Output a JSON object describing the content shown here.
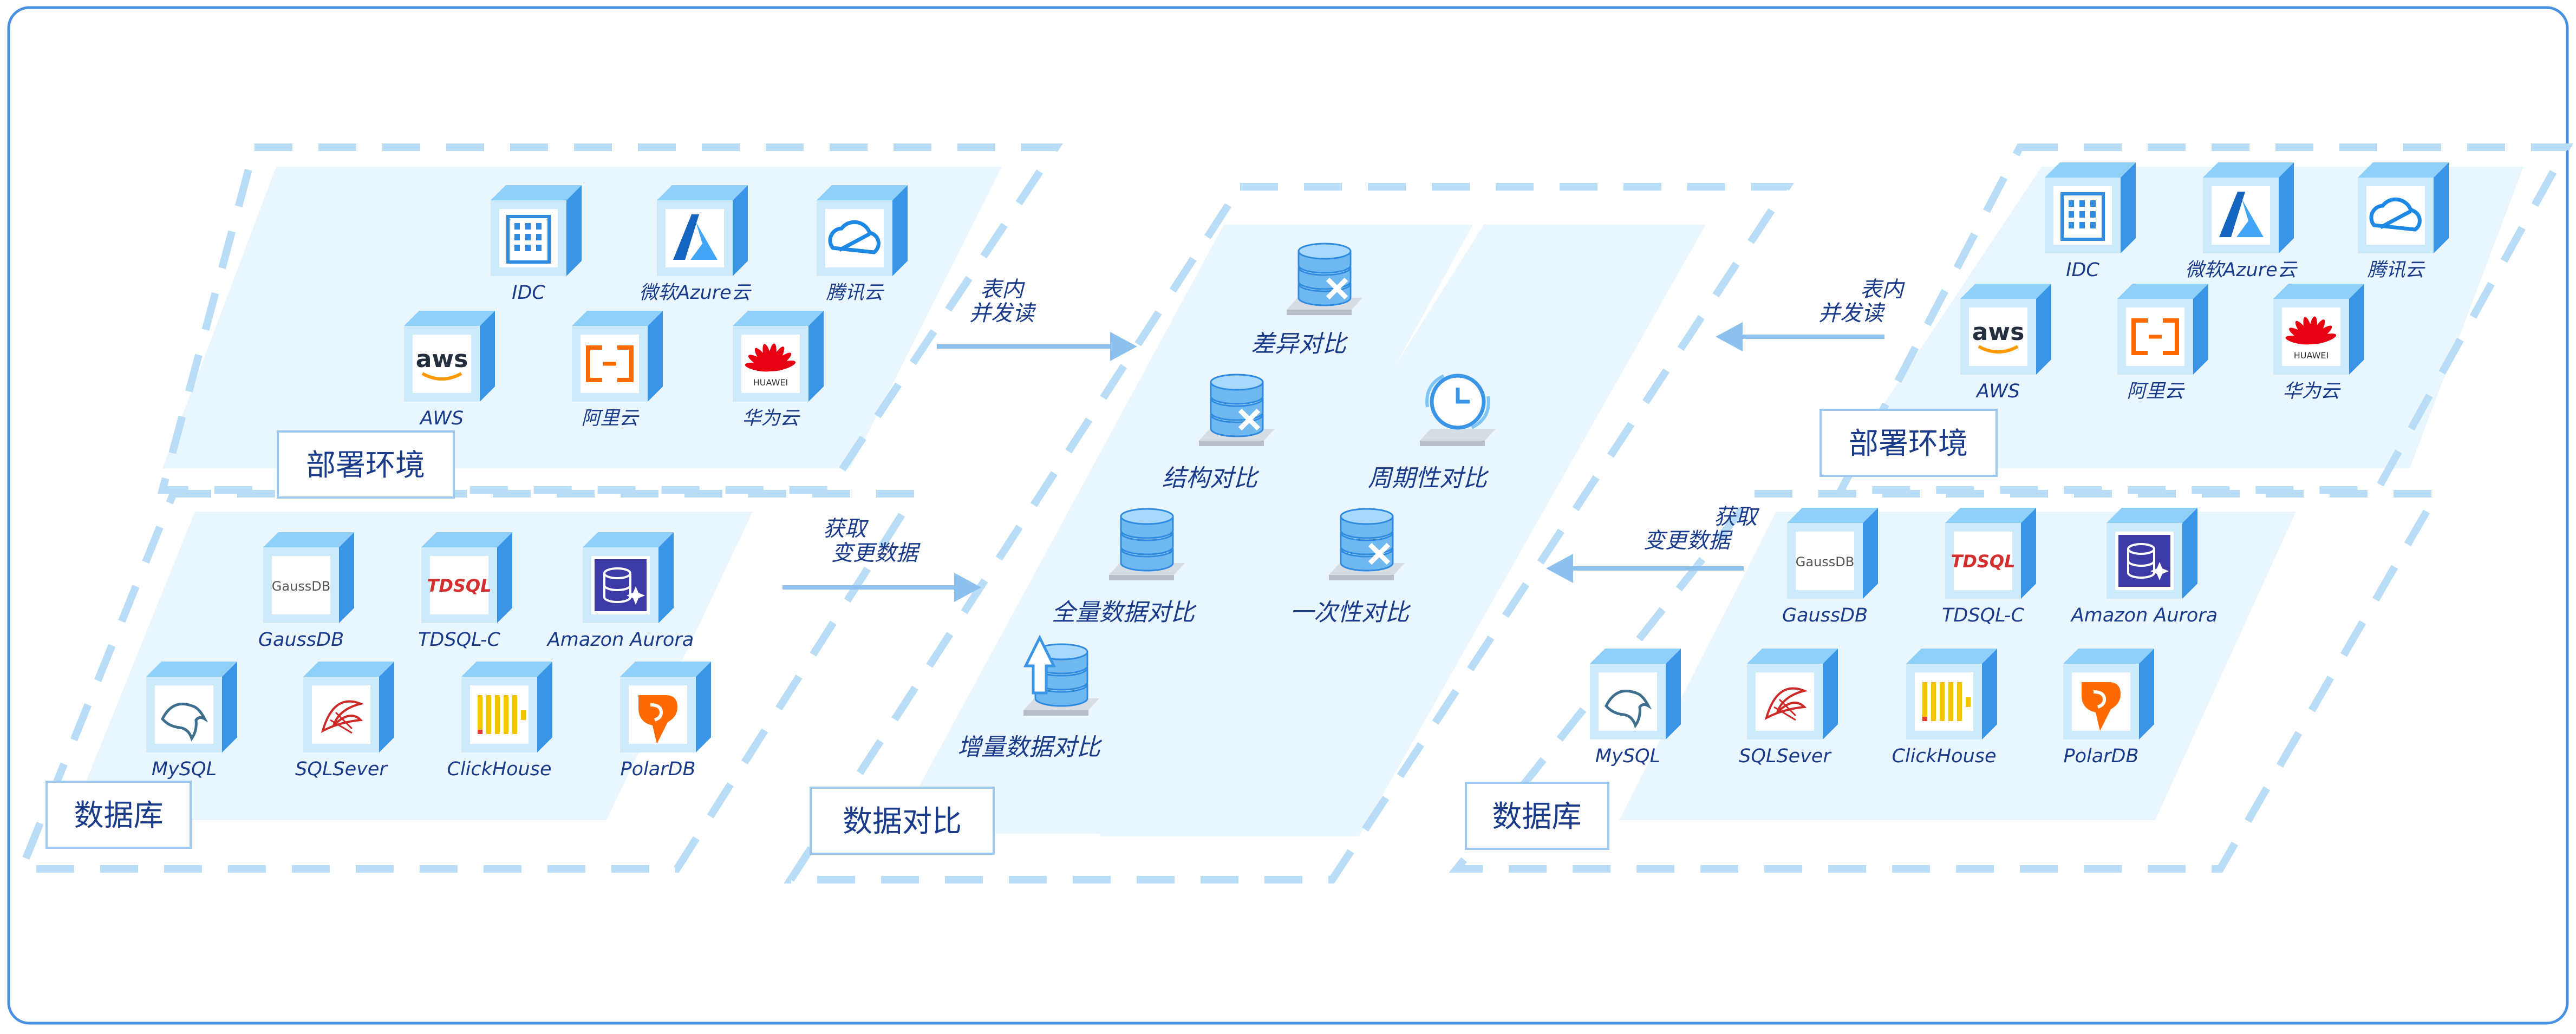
{
  "colors": {
    "frame": "#4a90e2",
    "dash": "#b9dcf7",
    "panel": "#eaf6fd",
    "cube_top": "#8fd0f8",
    "cube_front": "#cdeafb",
    "cube_side": "#3a95e6",
    "text": "#1a3a8a",
    "arrow": "#8ec2ee"
  },
  "left": {
    "deploy": {
      "title": "部署环境",
      "items": [
        {
          "label": "IDC",
          "icon": "building-icon"
        },
        {
          "label": "微软Azure云",
          "icon": "azure-icon"
        },
        {
          "label": "腾讯云",
          "icon": "tencent-cloud-icon"
        },
        {
          "label": "AWS",
          "icon": "aws-icon"
        },
        {
          "label": "阿里云",
          "icon": "aliyun-icon"
        },
        {
          "label": "华为云",
          "icon": "huawei-icon"
        }
      ]
    },
    "database": {
      "title": "数据库",
      "items": [
        {
          "label": "GaussDB",
          "icon": "gaussdb-icon"
        },
        {
          "label": "TDSQL-C",
          "icon": "tdsql-icon"
        },
        {
          "label": "Amazon Aurora",
          "icon": "aurora-icon"
        },
        {
          "label": "MySQL",
          "icon": "mysql-icon"
        },
        {
          "label": "SQLSever",
          "icon": "sqlserver-icon"
        },
        {
          "label": "ClickHouse",
          "icon": "clickhouse-icon"
        },
        {
          "label": "PolarDB",
          "icon": "polardb-icon"
        }
      ]
    }
  },
  "center": {
    "title": "数据对比",
    "items": [
      {
        "label": "差异对比",
        "icon": "database-compare-icon"
      },
      {
        "label": "结构对比",
        "icon": "database-compare-icon"
      },
      {
        "label": "周期性对比",
        "icon": "cycle-icon"
      },
      {
        "label": "全量数据对比",
        "icon": "database-icon"
      },
      {
        "label": "一次性对比",
        "icon": "database-compare-icon"
      },
      {
        "label": "增量数据对比",
        "icon": "database-increment-icon"
      }
    ]
  },
  "right": {
    "deploy": {
      "title": "部署环境",
      "items": [
        {
          "label": "IDC",
          "icon": "building-icon"
        },
        {
          "label": "微软Azure云",
          "icon": "azure-icon"
        },
        {
          "label": "腾讯云",
          "icon": "tencent-cloud-icon"
        },
        {
          "label": "AWS",
          "icon": "aws-icon"
        },
        {
          "label": "阿里云",
          "icon": "aliyun-icon"
        },
        {
          "label": "华为云",
          "icon": "huawei-icon"
        }
      ]
    },
    "database": {
      "title": "数据库",
      "items": [
        {
          "label": "GaussDB",
          "icon": "gaussdb-icon"
        },
        {
          "label": "TDSQL-C",
          "icon": "tdsql-icon"
        },
        {
          "label": "Amazon Aurora",
          "icon": "aurora-icon"
        },
        {
          "label": "MySQL",
          "icon": "mysql-icon"
        },
        {
          "label": "SQLSever",
          "icon": "sqlserver-icon"
        },
        {
          "label": "ClickHouse",
          "icon": "clickhouse-icon"
        },
        {
          "label": "PolarDB",
          "icon": "polardb-icon"
        }
      ]
    }
  },
  "flows": {
    "left_top": {
      "line1": "表内",
      "line2": "并发读"
    },
    "left_bottom": {
      "line1": "获取",
      "line2": "变更数据"
    },
    "right_top": {
      "line1": "表内",
      "line2": "并发读"
    },
    "right_bottom": {
      "line1": "获取",
      "line2": "变更数据"
    }
  },
  "logo_text": {
    "aws": "aws",
    "huawei": "HUAWEI",
    "gaussdb": "GaussDB",
    "tdsql": "TDSQL"
  }
}
